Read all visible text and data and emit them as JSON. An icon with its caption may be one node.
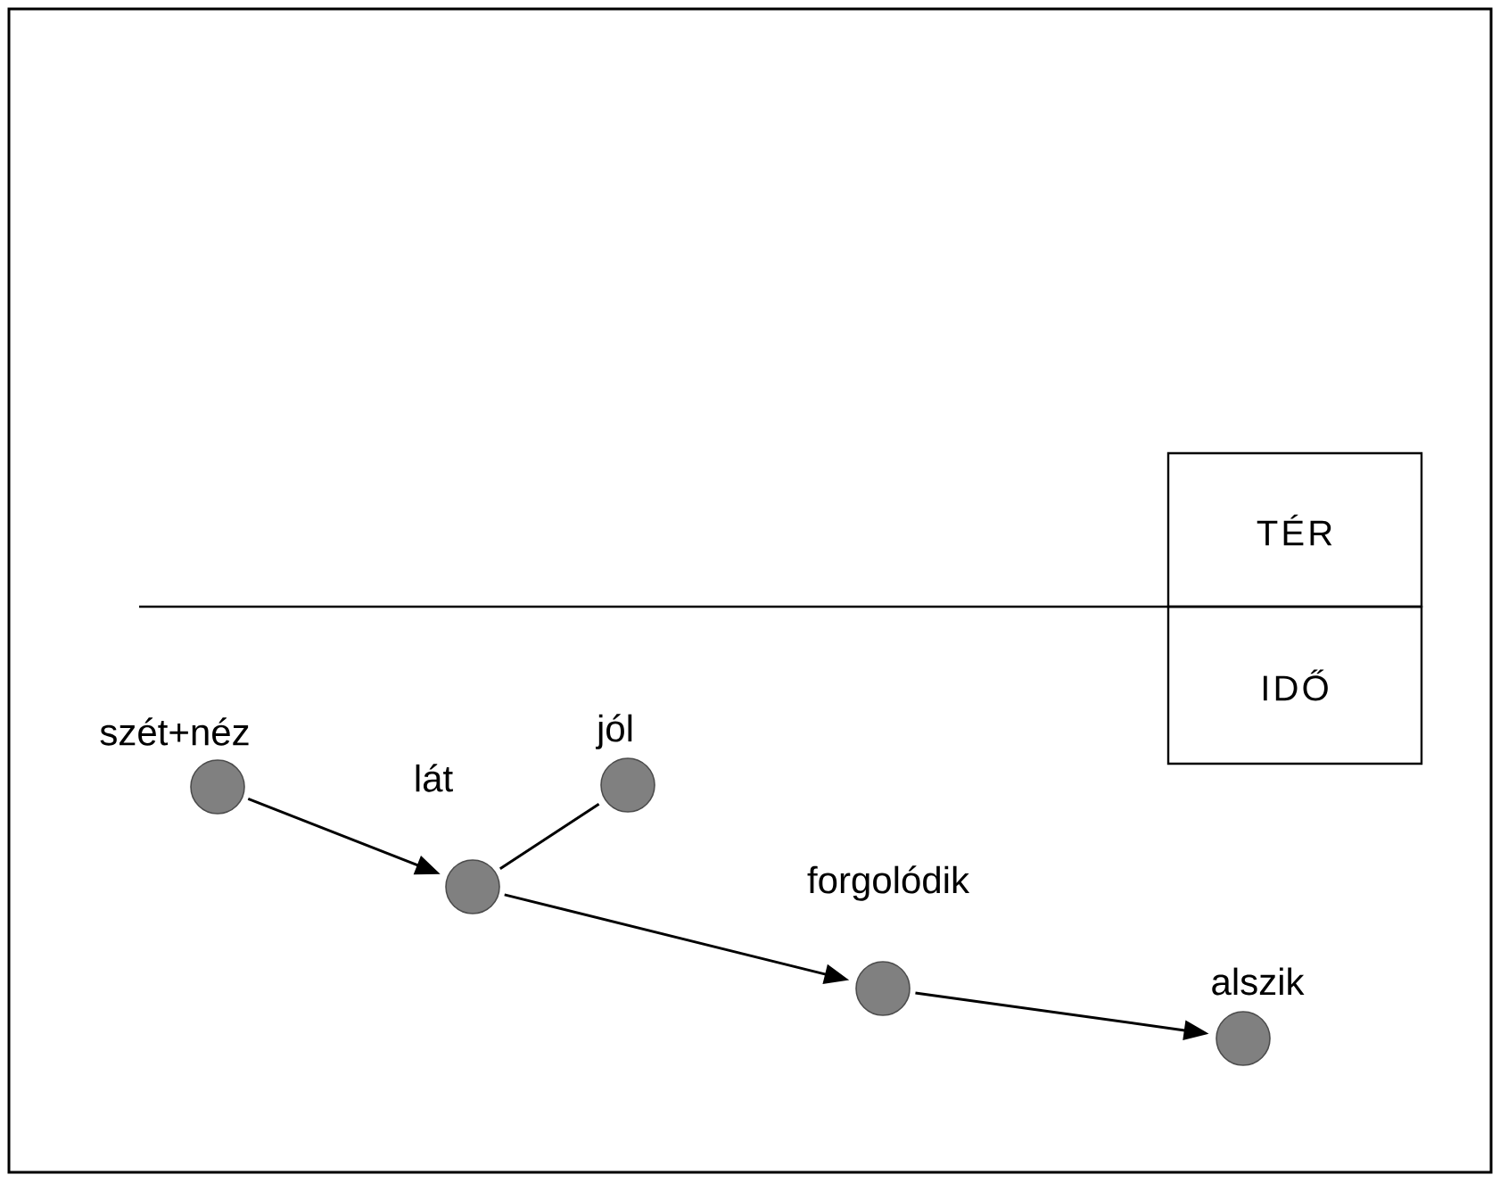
{
  "diagram": {
    "nodes": [
      {
        "text": [
          "TÉR"
        ]
      },
      {
        "text": [
          "IDŐ"
        ]
      },
      {
        "text": [
          "szét+néz"
        ]
      },
      {
        "text": [
          "lát"
        ]
      },
      {
        "text": [
          "jól"
        ]
      },
      {
        "text": [
          "forgolódik"
        ]
      },
      {
        "text": [
          "alszik"
        ]
      }
    ],
    "edges": [
      {
        "from": 2,
        "to": 3,
        "arrow": "to"
      },
      {
        "from": 3,
        "to": 4,
        "arrow": "none"
      },
      {
        "from": 3,
        "to": 5,
        "arrow": "to"
      },
      {
        "from": 5,
        "to": 6,
        "arrow": "to"
      }
    ]
  }
}
